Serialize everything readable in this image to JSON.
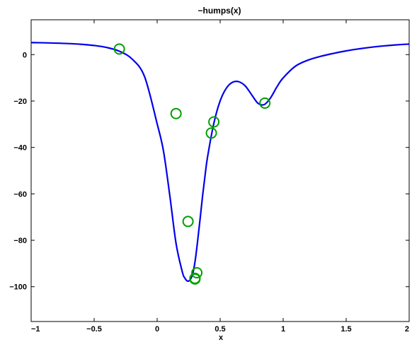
{
  "chart_data": {
    "type": "line",
    "title": "−humps(x)",
    "xlabel": "x",
    "ylabel": "",
    "xlim": [
      -1,
      2
    ],
    "ylim": [
      -115,
      15
    ],
    "grid": false,
    "x_ticks": [
      -1,
      -0.5,
      0,
      0.5,
      1,
      1.5,
      2
    ],
    "x_tick_labels": [
      "−1",
      "−0.5",
      "0",
      "0.5",
      "1",
      "1.5",
      "2"
    ],
    "y_ticks": [
      0,
      -20,
      -40,
      -60,
      -80,
      -100
    ],
    "y_tick_labels": [
      "0",
      "−20",
      "−40",
      "−60",
      "−80",
      "−100"
    ],
    "curve_color": "#0000ee",
    "marker_color": "#00a000",
    "series": [
      {
        "x": [
          -1.0,
          -0.9,
          -0.8,
          -0.7,
          -0.6,
          -0.5,
          -0.4,
          -0.3,
          -0.2,
          -0.1,
          0.0,
          0.05,
          0.1,
          0.15,
          0.2,
          0.22,
          0.24,
          0.26,
          0.28,
          0.3,
          0.32,
          0.34,
          0.36,
          0.38,
          0.4,
          0.45,
          0.5,
          0.55,
          0.6,
          0.65,
          0.7,
          0.75,
          0.8,
          0.85,
          0.9,
          0.95,
          1.0,
          1.1,
          1.2,
          1.3,
          1.4,
          1.5,
          1.6,
          1.7,
          1.8,
          1.9,
          2.0
        ],
        "y": [
          5.18,
          5.08,
          4.94,
          4.74,
          4.42,
          3.92,
          3.06,
          1.45,
          -1.87,
          -9.49,
          -29.82,
          -41.48,
          -60.57,
          -81.37,
          -93.69,
          -96.3,
          -97.57,
          -97.12,
          -94.87,
          -89.4,
          -80.84,
          -71.23,
          -61.12,
          -52.12,
          -44.08,
          -29.58,
          -19.95,
          -14.4,
          -11.87,
          -11.72,
          -13.56,
          -17.3,
          -20.95,
          -21.52,
          -18.64,
          -13.94,
          -10.05,
          -4.89,
          -2.33,
          -0.71,
          0.53,
          1.61,
          2.46,
          3.18,
          3.75,
          4.19,
          4.54
        ]
      }
    ],
    "markers": {
      "x": [
        -0.3,
        0.15,
        0.245,
        0.3,
        0.3,
        0.315,
        0.43,
        0.45,
        0.855
      ],
      "y": [
        2.4,
        -25.4,
        -71.9,
        -96.7,
        -96.4,
        -94.0,
        -33.8,
        -29.0,
        -20.9
      ]
    }
  }
}
